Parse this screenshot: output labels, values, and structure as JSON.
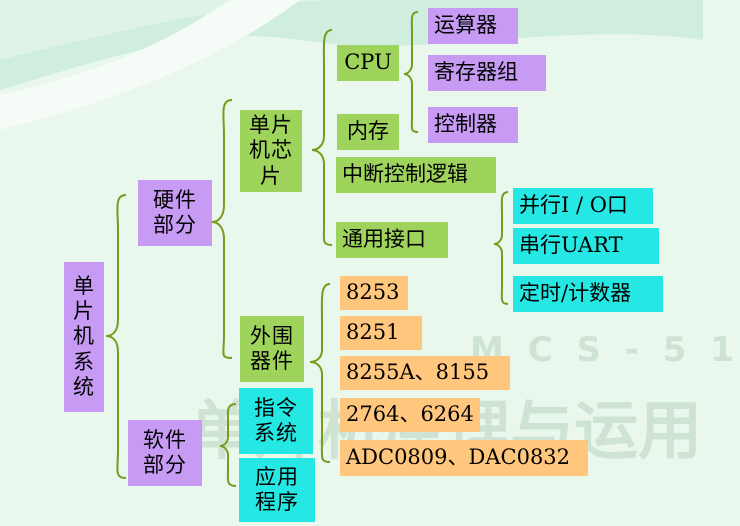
{
  "watermark": {
    "line1": "M C S - 5 1",
    "line2": "单片机原理与运用"
  },
  "nodes": {
    "root": "单\n片\n机\n系\n统",
    "hardware": "硬件\n部分",
    "software": "软件\n部分",
    "chip": "单片\n机芯\n片",
    "peripheral": "外围\n器件",
    "instruction": "指令\n系统",
    "application": "应用\n程序",
    "cpu": "CPU",
    "memory": "内存",
    "interrupt": "中断控制逻辑",
    "io_interface": "通用接口",
    "alu": "运算器",
    "registers": "寄存器组",
    "controller": "控制器",
    "parallel_io": "并行I / O口",
    "serial_uart": "串行UART",
    "timer_counter": "定时/计数器",
    "p8253": "8253",
    "p8251": "8251",
    "p8255": "8255A、8155",
    "p2764": "2764、6264",
    "padc": "ADC0809、DAC0832"
  },
  "colors": {
    "purple": "#c79bf4",
    "green": "#9fd45c",
    "cyan": "#25e7e3",
    "orange": "#ffc77d",
    "bracket": "#7a9a1e"
  }
}
